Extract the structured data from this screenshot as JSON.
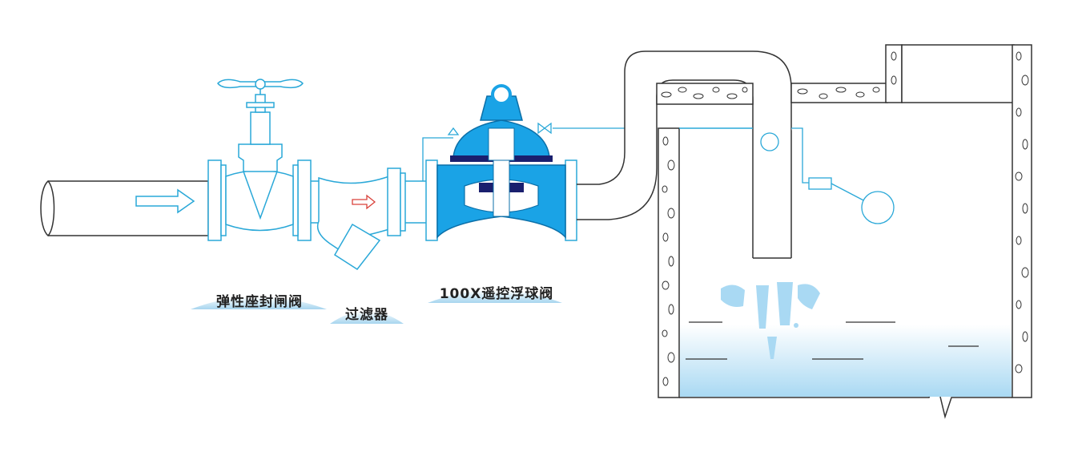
{
  "labels": {
    "gate_valve": "弹性座封闸阀",
    "strainer": "过滤器",
    "float_valve": "100X遥控浮球阀"
  },
  "colors": {
    "outline": "#2aa8d8",
    "valve_fill": "#1aa3e6",
    "valve_dark": "#1a1f6e",
    "water_top": "#ffffff",
    "water_bottom": "#a9d9f3",
    "arrow_red": "#d9413a",
    "pipe_stroke": "#333333"
  },
  "icons": [
    "flow-arrow-icon",
    "flow-arrow-red-icon",
    "handwheel-icon",
    "float-ball-icon"
  ]
}
